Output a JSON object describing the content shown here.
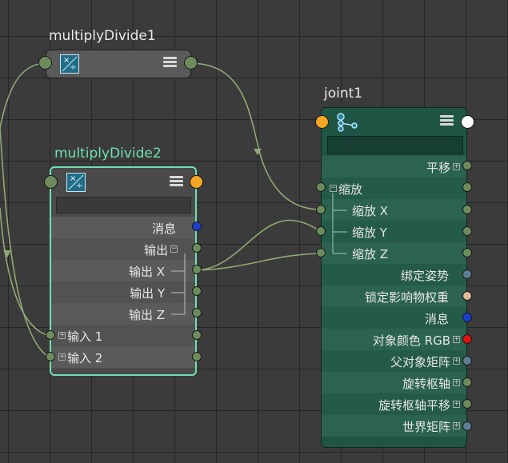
{
  "nodes": {
    "multiplyDivide1": {
      "title": "multiplyDivide1"
    },
    "multiplyDivide2": {
      "title": "multiplyDivide2",
      "name_field": "",
      "attributes": {
        "message": "消息",
        "output": "输出",
        "output_x": "输出 X",
        "output_y": "输出 Y",
        "output_z": "输出 Z",
        "input1": "输入 1",
        "input2": "输入 2"
      }
    },
    "joint1": {
      "title": "joint1",
      "name_field": "",
      "attributes": {
        "translate": "平移",
        "scale": "缩放",
        "scale_x": "缩放 X",
        "scale_y": "缩放 Y",
        "scale_z": "缩放 Z",
        "bind_pose": "绑定姿势",
        "lock_influence_weights": "锁定影响物权重",
        "message": "消息",
        "object_color_rgb": "对象颜色 RGB",
        "parent_matrix": "父对象矩阵",
        "rotate_pivot": "旋转枢轴",
        "rotate_pivot_translate": "旋转枢轴平移",
        "world_matrix": "世界矩阵"
      }
    }
  },
  "colors": {
    "selection_outline": "#6fe0b0",
    "joint_body": "#1f5544",
    "wire": "#8fa874",
    "port_default": "#6c8c5c",
    "port_orange": "#f5a623",
    "port_blue": "#1a3fcf",
    "port_red": "#e01010",
    "port_steel": "#5a7f94",
    "port_peach": "#e0b898"
  },
  "icons": {
    "multiply_divide": "multiply-divide-icon",
    "joint": "joint-icon",
    "options": "hamburger-icon"
  }
}
